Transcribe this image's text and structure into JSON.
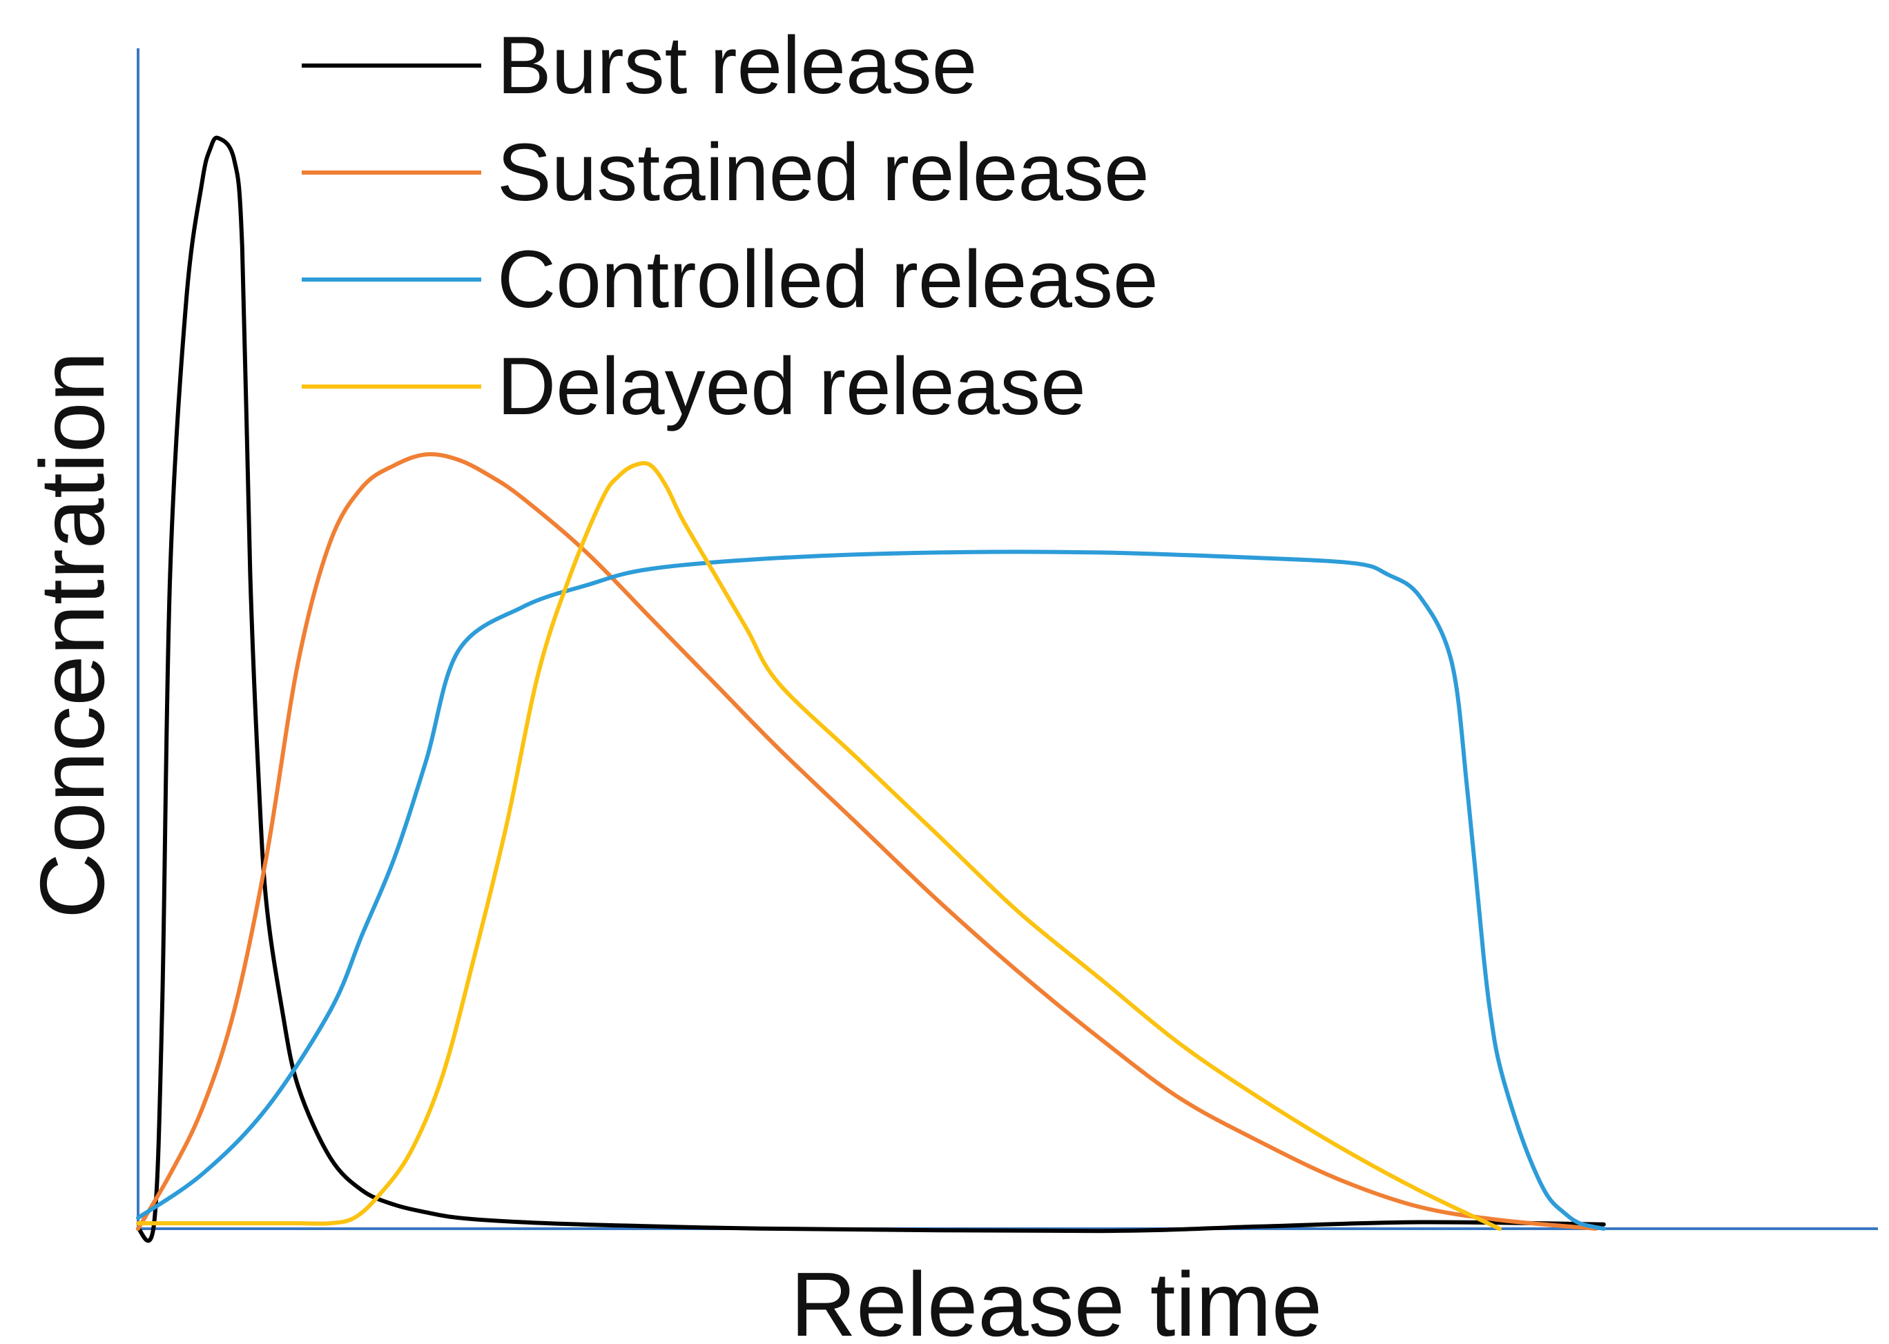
{
  "chart_data": {
    "type": "line",
    "title": "",
    "xlabel": "Release time",
    "ylabel": "Concentration",
    "xlim": [
      0,
      100
    ],
    "ylim": [
      0,
      100
    ],
    "grid": false,
    "legend_position": "top-left",
    "axis_color": "#3a78c2",
    "series": [
      {
        "name": "Burst release",
        "color": "#000000",
        "x": [
          0,
          1,
          1.5,
          2,
          3,
          4,
          4.5,
          5,
          6,
          6.5,
          7,
          7.5,
          8,
          9,
          10,
          12,
          14,
          16,
          18,
          20,
          24,
          30,
          40,
          60,
          70,
          80,
          91.5
        ],
        "y": [
          0,
          0.5,
          20,
          60,
          85,
          96,
          99,
          100,
          98,
          90,
          60,
          42,
          30,
          20,
          13,
          6.5,
          3.5,
          2.2,
          1.5,
          1.0,
          0.6,
          0.3,
          0,
          -0.2,
          0.2,
          0.6,
          0.4
        ]
      },
      {
        "name": "Sustained release",
        "color": "#f07f34",
        "x": [
          0,
          2,
          4,
          6,
          8,
          10,
          12,
          14,
          16,
          18,
          20,
          22,
          24,
          28,
          32,
          36,
          40,
          45,
          50,
          55,
          60,
          65,
          70,
          75,
          80,
          85,
          91
        ],
        "y": [
          0,
          5,
          11,
          20,
          34,
          52,
          63,
          68,
          70,
          71,
          70.5,
          69,
          67,
          62,
          56,
          50,
          44,
          37,
          30,
          23.5,
          17.5,
          12,
          8,
          4.5,
          2,
          0.8,
          0
        ]
      },
      {
        "name": "Controlled release",
        "color": "#2d9cd8",
        "x": [
          0,
          4,
          8,
          12,
          14,
          16,
          18,
          20,
          24,
          28,
          32,
          40,
          50,
          60,
          70,
          76,
          78,
          80,
          82,
          83,
          84,
          84.5,
          85,
          86,
          87,
          88,
          89,
          90,
          91.5
        ],
        "y": [
          1,
          5,
          11,
          20,
          27,
          34,
          43,
          53,
          57,
          59,
          60.5,
          61.5,
          62,
          62,
          61.5,
          61,
          60,
          58,
          52,
          40,
          25,
          19,
          15,
          10,
          6,
          3,
          1.5,
          0.5,
          0
        ]
      },
      {
        "name": "Delayed release",
        "color": "#fbc210",
        "x": [
          0,
          6,
          10,
          12,
          13.5,
          15,
          17,
          19,
          21,
          23,
          25,
          27,
          29,
          30,
          31,
          32,
          33,
          34,
          36,
          38,
          40,
          45,
          50,
          55,
          60,
          65,
          70,
          75,
          80,
          85
        ],
        "y": [
          0.5,
          0.5,
          0.5,
          0.5,
          1,
          3,
          7,
          14,
          25,
          37,
          51,
          60,
          67,
          69,
          70,
          70,
          68,
          65,
          60,
          55,
          50,
          43,
          36,
          29,
          23,
          17,
          12,
          7.5,
          3.5,
          0
        ]
      }
    ]
  }
}
